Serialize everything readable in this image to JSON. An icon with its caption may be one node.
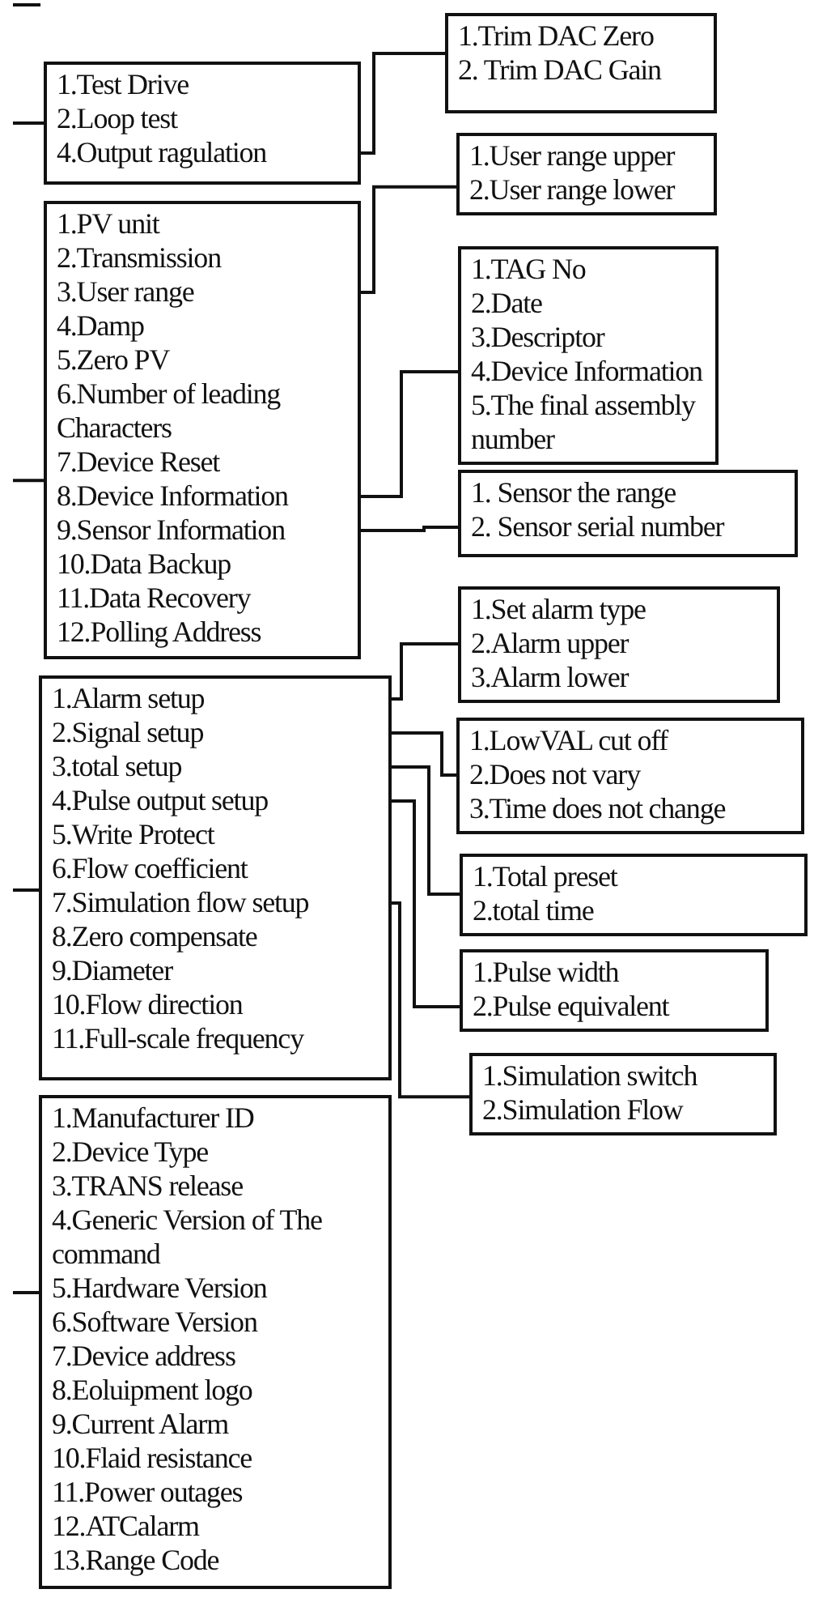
{
  "diagram": {
    "nodes": [
      {
        "text": [
          "1.Test Drive",
          "2.Loop test",
          "4.Output ragulation"
        ]
      },
      {
        "text": [
          "1.Trim DAC Zero",
          "2. Trim DAC Gain"
        ]
      },
      {
        "text": [
          "1.PV unit",
          "2.Transmission",
          "3.User range",
          "4.Damp",
          "5.Zero PV",
          "6.Number of leading Characters",
          "7.Device Reset",
          "8.Device Information",
          "9.Sensor Information",
          "10.Data Backup",
          "11.Data Recovery",
          "12.Polling Address"
        ]
      },
      {
        "text": [
          "1.User range upper",
          "2.User range lower"
        ]
      },
      {
        "text": [
          "1.TAG No",
          "2.Date",
          "3.Descriptor",
          "4.Device Information",
          "5.The final assembly number"
        ]
      },
      {
        "text": [
          "1. Sensor the range",
          "2. Sensor serial number"
        ]
      },
      {
        "text": [
          "1.Alarm setup",
          "2.Signal setup",
          "3.total setup",
          "4.Pulse output setup",
          "5.Write Protect",
          "6.Flow coefficient",
          "7.Simulation flow setup",
          "8.Zero compensate",
          "9.Diameter",
          "10.Flow direction",
          "11.Full-scale frequency"
        ]
      },
      {
        "text": [
          "1.Set alarm type",
          "2.Alarm upper",
          "3.Alarm lower"
        ]
      },
      {
        "text": [
          "1.LowVAL cut off",
          "2.Does not vary",
          "3.Time does not change"
        ]
      },
      {
        "text": [
          "1.Total preset",
          "2.total time"
        ]
      },
      {
        "text": [
          "1.Pulse width",
          "2.Pulse equivalent"
        ]
      },
      {
        "text": [
          "1.Simulation switch",
          "2.Simulation Flow"
        ]
      },
      {
        "text": [
          "1.Manufacturer ID",
          "2.Device Type",
          "3.TRANS release",
          "4.Generic Version of The command",
          "5.Hardware Version",
          "6.Software Version",
          "7.Device address",
          "8.Eoluipment logo",
          "9.Current Alarm",
          "10.Flaid resistance",
          "11.Power outages",
          "12.ATCalarm",
          "13.Range Code"
        ]
      }
    ],
    "edges": [
      {
        "from": null,
        "to": 0,
        "arrow": "none"
      },
      {
        "from": 0,
        "to": 1,
        "arrow": "none"
      },
      {
        "from": null,
        "to": 2,
        "arrow": "none"
      },
      {
        "from": 2,
        "to": 3,
        "arrow": "none"
      },
      {
        "from": 2,
        "to": 4,
        "arrow": "none"
      },
      {
        "from": 2,
        "to": 5,
        "arrow": "none"
      },
      {
        "from": null,
        "to": 6,
        "arrow": "none"
      },
      {
        "from": 6,
        "to": 7,
        "arrow": "none"
      },
      {
        "from": 6,
        "to": 8,
        "arrow": "none"
      },
      {
        "from": 6,
        "to": 9,
        "arrow": "none"
      },
      {
        "from": 6,
        "to": 10,
        "arrow": "none"
      },
      {
        "from": 6,
        "to": 11,
        "arrow": "none"
      },
      {
        "from": null,
        "to": 12,
        "arrow": "none"
      }
    ]
  }
}
